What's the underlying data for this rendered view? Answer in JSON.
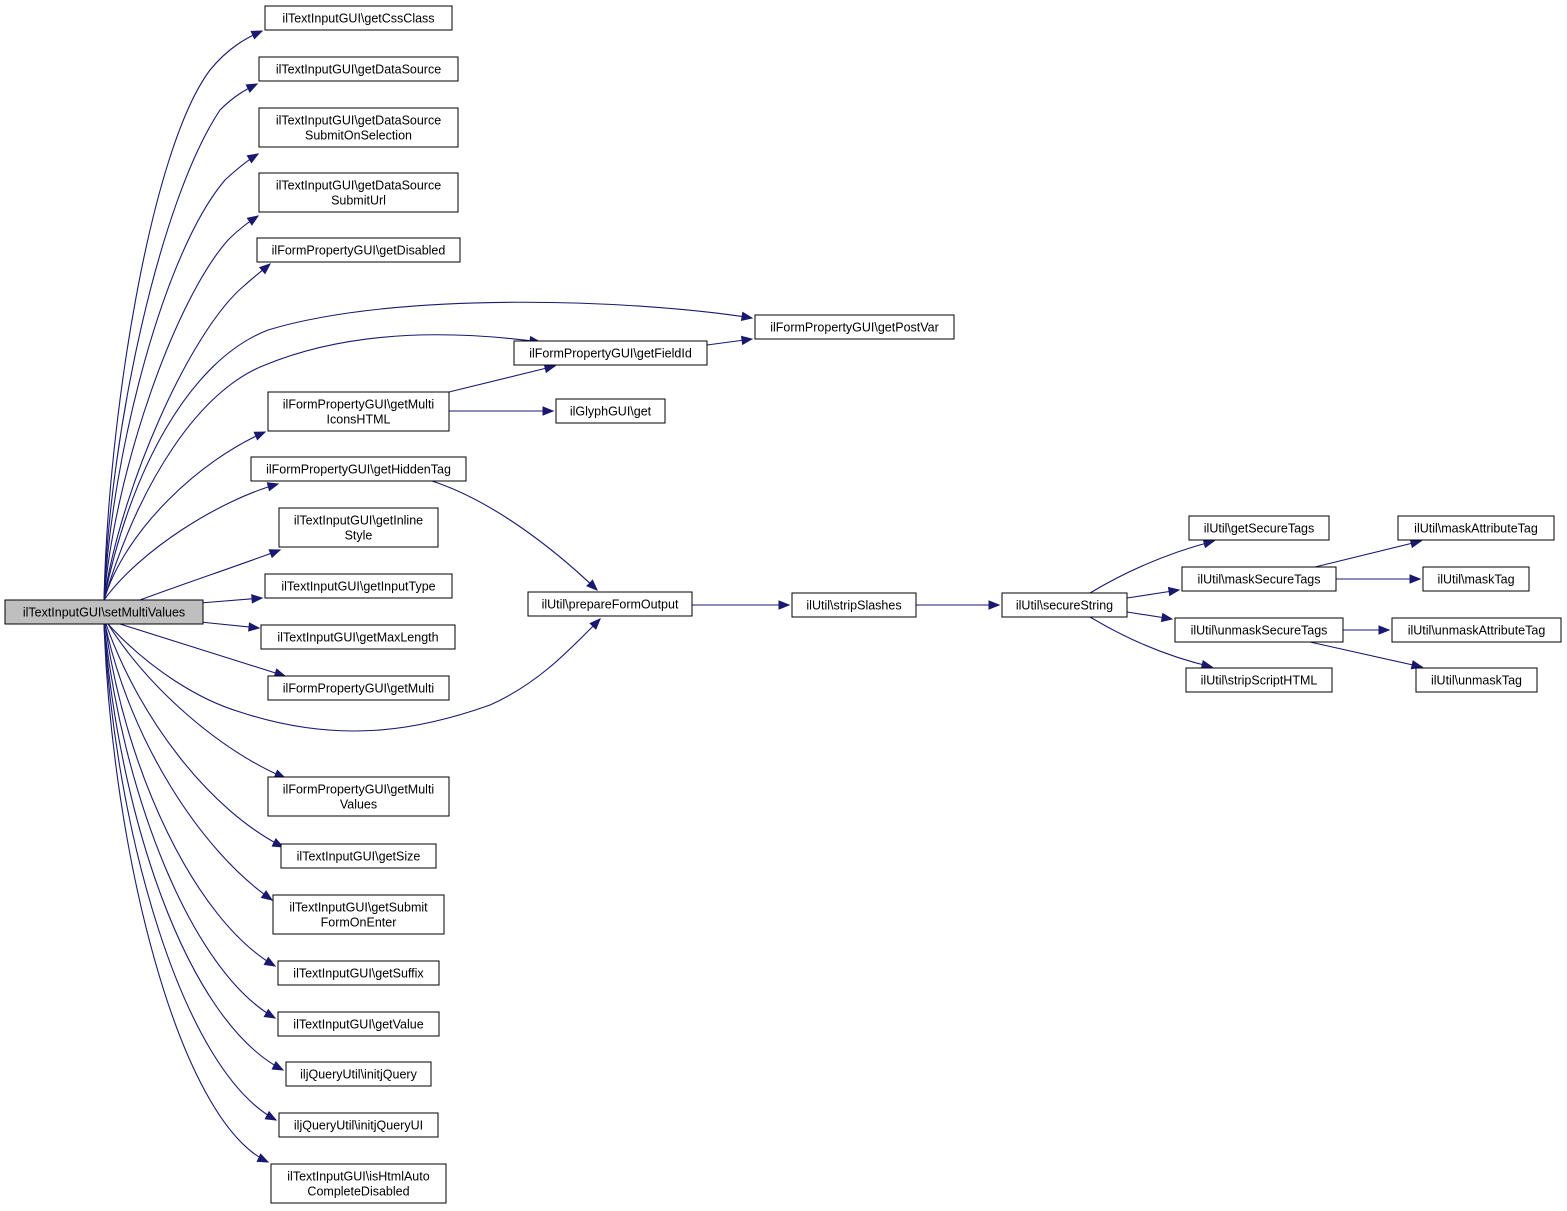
{
  "graph": {
    "root": "setMultiValues",
    "nodes": [
      {
        "id": "setMultiValues",
        "lines": [
          "ilTextInputGUI\\setMultiValues"
        ],
        "root": true
      },
      {
        "id": "getCssClass",
        "lines": [
          "ilTextInputGUI\\getCssClass"
        ]
      },
      {
        "id": "getDataSource",
        "lines": [
          "ilTextInputGUI\\getDataSource"
        ]
      },
      {
        "id": "getDataSourceSubmitOnSelection",
        "lines": [
          "ilTextInputGUI\\getDataSource",
          "SubmitOnSelection"
        ]
      },
      {
        "id": "getDataSourceSubmitUrl",
        "lines": [
          "ilTextInputGUI\\getDataSource",
          "SubmitUrl"
        ]
      },
      {
        "id": "getDisabled",
        "lines": [
          "ilFormPropertyGUI\\getDisabled"
        ]
      },
      {
        "id": "getPostVar",
        "lines": [
          "ilFormPropertyGUI\\getPostVar"
        ]
      },
      {
        "id": "getFieldId",
        "lines": [
          "ilFormPropertyGUI\\getFieldId"
        ]
      },
      {
        "id": "getMultiIconsHTML",
        "lines": [
          "ilFormPropertyGUI\\getMulti",
          "IconsHTML"
        ]
      },
      {
        "id": "glyphGet",
        "lines": [
          "ilGlyphGUI\\get"
        ]
      },
      {
        "id": "getHiddenTag",
        "lines": [
          "ilFormPropertyGUI\\getHiddenTag"
        ]
      },
      {
        "id": "getInlineStyle",
        "lines": [
          "ilTextInputGUI\\getInline",
          "Style"
        ]
      },
      {
        "id": "getInputType",
        "lines": [
          "ilTextInputGUI\\getInputType"
        ]
      },
      {
        "id": "prepareFormOutput",
        "lines": [
          "ilUtil\\prepareFormOutput"
        ]
      },
      {
        "id": "stripSlashes",
        "lines": [
          "ilUtil\\stripSlashes"
        ]
      },
      {
        "id": "secureString",
        "lines": [
          "ilUtil\\secureString"
        ]
      },
      {
        "id": "getSecureTags",
        "lines": [
          "ilUtil\\getSecureTags"
        ]
      },
      {
        "id": "maskSecureTags",
        "lines": [
          "ilUtil\\maskSecureTags"
        ]
      },
      {
        "id": "unmaskSecureTags",
        "lines": [
          "ilUtil\\unmaskSecureTags"
        ]
      },
      {
        "id": "stripScriptHTML",
        "lines": [
          "ilUtil\\stripScriptHTML"
        ]
      },
      {
        "id": "maskAttributeTag",
        "lines": [
          "ilUtil\\maskAttributeTag"
        ]
      },
      {
        "id": "maskTag",
        "lines": [
          "ilUtil\\maskTag"
        ]
      },
      {
        "id": "unmaskAttributeTag",
        "lines": [
          "ilUtil\\unmaskAttributeTag"
        ]
      },
      {
        "id": "unmaskTag",
        "lines": [
          "ilUtil\\unmaskTag"
        ]
      },
      {
        "id": "getMaxLength",
        "lines": [
          "ilTextInputGUI\\getMaxLength"
        ]
      },
      {
        "id": "getMulti",
        "lines": [
          "ilFormPropertyGUI\\getMulti"
        ]
      },
      {
        "id": "getMultiValues",
        "lines": [
          "ilFormPropertyGUI\\getMulti",
          "Values"
        ]
      },
      {
        "id": "getSize",
        "lines": [
          "ilTextInputGUI\\getSize"
        ]
      },
      {
        "id": "getSubmitFormOnEnter",
        "lines": [
          "ilTextInputGUI\\getSubmit",
          "FormOnEnter"
        ]
      },
      {
        "id": "getSuffix",
        "lines": [
          "ilTextInputGUI\\getSuffix"
        ]
      },
      {
        "id": "getValue",
        "lines": [
          "ilTextInputGUI\\getValue"
        ]
      },
      {
        "id": "initjQuery",
        "lines": [
          "iljQueryUtil\\initjQuery"
        ]
      },
      {
        "id": "initjQueryUI",
        "lines": [
          "iljQueryUtil\\initjQueryUI"
        ]
      },
      {
        "id": "isHtmlAutoCompleteDisabled",
        "lines": [
          "ilTextInputGUI\\isHtmlAuto",
          "CompleteDisabled"
        ]
      }
    ],
    "edges": [
      {
        "from": "setMultiValues",
        "to": "getCssClass"
      },
      {
        "from": "setMultiValues",
        "to": "getDataSource"
      },
      {
        "from": "setMultiValues",
        "to": "getDataSourceSubmitOnSelection"
      },
      {
        "from": "setMultiValues",
        "to": "getDataSourceSubmitUrl"
      },
      {
        "from": "setMultiValues",
        "to": "getDisabled"
      },
      {
        "from": "setMultiValues",
        "to": "getPostVar"
      },
      {
        "from": "setMultiValues",
        "to": "getFieldId"
      },
      {
        "from": "setMultiValues",
        "to": "getMultiIconsHTML"
      },
      {
        "from": "setMultiValues",
        "to": "getHiddenTag"
      },
      {
        "from": "setMultiValues",
        "to": "getInlineStyle"
      },
      {
        "from": "setMultiValues",
        "to": "getInputType"
      },
      {
        "from": "setMultiValues",
        "to": "getMaxLength"
      },
      {
        "from": "setMultiValues",
        "to": "getMulti"
      },
      {
        "from": "setMultiValues",
        "to": "prepareFormOutput"
      },
      {
        "from": "setMultiValues",
        "to": "getMultiValues"
      },
      {
        "from": "setMultiValues",
        "to": "getSize"
      },
      {
        "from": "setMultiValues",
        "to": "getSubmitFormOnEnter"
      },
      {
        "from": "setMultiValues",
        "to": "getSuffix"
      },
      {
        "from": "setMultiValues",
        "to": "getValue"
      },
      {
        "from": "setMultiValues",
        "to": "initjQuery"
      },
      {
        "from": "setMultiValues",
        "to": "initjQueryUI"
      },
      {
        "from": "setMultiValues",
        "to": "isHtmlAutoCompleteDisabled"
      },
      {
        "from": "getFieldId",
        "to": "getPostVar"
      },
      {
        "from": "getMultiIconsHTML",
        "to": "getFieldId"
      },
      {
        "from": "getMultiIconsHTML",
        "to": "glyphGet"
      },
      {
        "from": "getHiddenTag",
        "to": "prepareFormOutput"
      },
      {
        "from": "prepareFormOutput",
        "to": "stripSlashes"
      },
      {
        "from": "stripSlashes",
        "to": "secureString"
      },
      {
        "from": "secureString",
        "to": "getSecureTags"
      },
      {
        "from": "secureString",
        "to": "maskSecureTags"
      },
      {
        "from": "secureString",
        "to": "unmaskSecureTags"
      },
      {
        "from": "secureString",
        "to": "stripScriptHTML"
      },
      {
        "from": "maskSecureTags",
        "to": "maskAttributeTag"
      },
      {
        "from": "maskSecureTags",
        "to": "maskTag"
      },
      {
        "from": "unmaskSecureTags",
        "to": "unmaskAttributeTag"
      },
      {
        "from": "unmaskSecureTags",
        "to": "unmaskTag"
      }
    ]
  }
}
